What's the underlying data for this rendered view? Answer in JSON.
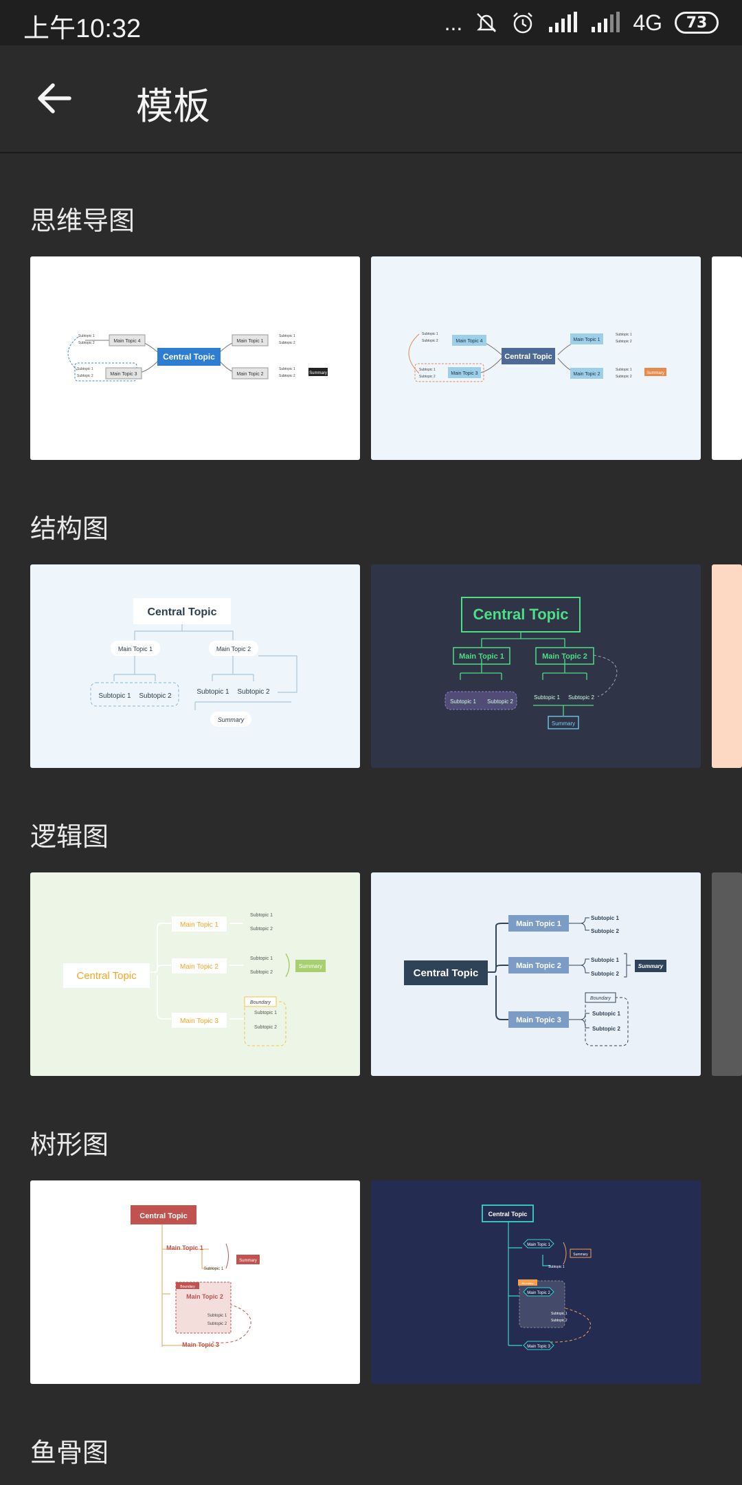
{
  "status_bar": {
    "time": "上午10:32",
    "dots": "...",
    "network": "4G",
    "battery": "73"
  },
  "header": {
    "title": "模板"
  },
  "sections": [
    {
      "title": "思维导图"
    },
    {
      "title": "结构图"
    },
    {
      "title": "逻辑图"
    },
    {
      "title": "树形图"
    },
    {
      "title": "鱼骨图"
    }
  ],
  "labels": {
    "central": "Central Topic",
    "mt1": "Main Topic 1",
    "mt2": "Main Topic 2",
    "mt3": "Main Topic 3",
    "mt4": "Main Topic 4",
    "st1": "Subtopic 1",
    "st2": "Subtopic 2",
    "summary": "Summary",
    "boundary": "Boundary"
  }
}
